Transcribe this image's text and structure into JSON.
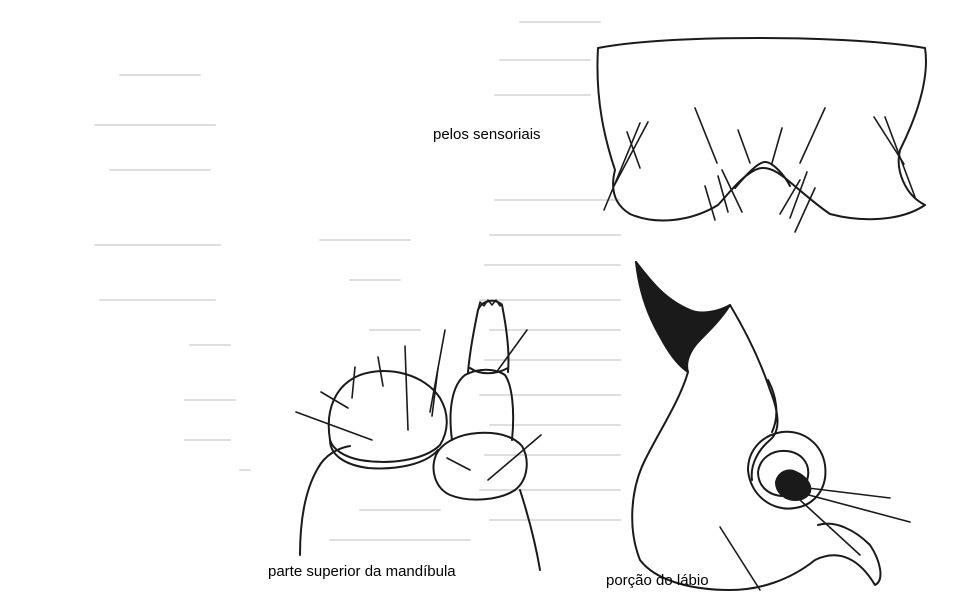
{
  "labels": {
    "sensory_hairs": "pelos sensoriais",
    "mandible_upper": "parte superior da mandíbula",
    "labium_portion": "porção do lábio"
  },
  "colors": {
    "ink": "#1a1a1a",
    "bleed_text": "#c8c8c8",
    "background": "#ffffff"
  }
}
